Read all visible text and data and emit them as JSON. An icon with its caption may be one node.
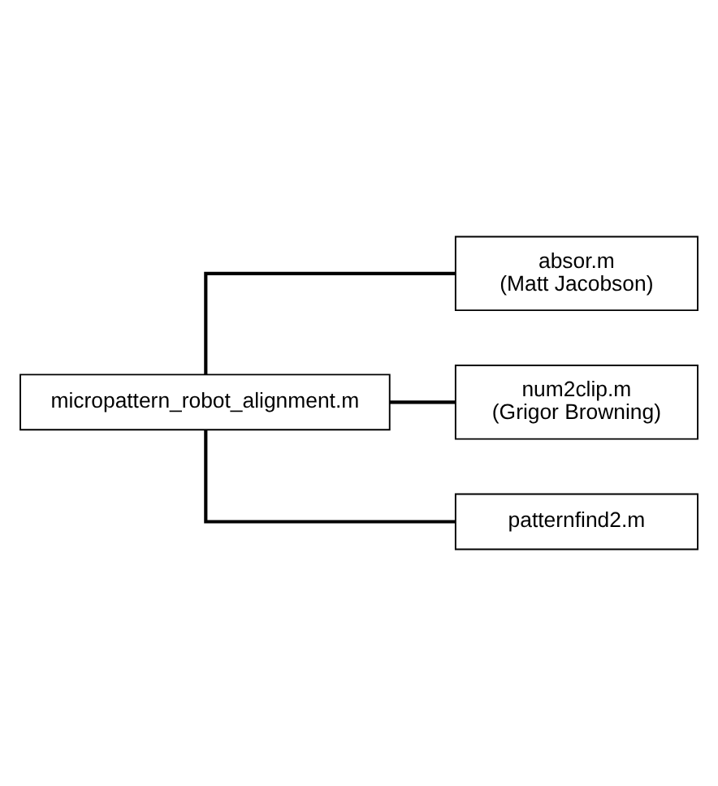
{
  "diagram": {
    "nodes": [
      {
        "text": [
          "micropattern_robot_alignment.m"
        ]
      },
      {
        "text": [
          "absor.m",
          "(Matt Jacobson)"
        ]
      },
      {
        "text": [
          "num2clip.m",
          "(Grigor Browning)"
        ]
      },
      {
        "text": [
          "patternfind2.m"
        ]
      }
    ],
    "edges": [
      {
        "from": 0,
        "to": 1,
        "arrow": "none"
      },
      {
        "from": 0,
        "to": 2,
        "arrow": "none"
      },
      {
        "from": 0,
        "to": 3,
        "arrow": "none"
      }
    ]
  }
}
